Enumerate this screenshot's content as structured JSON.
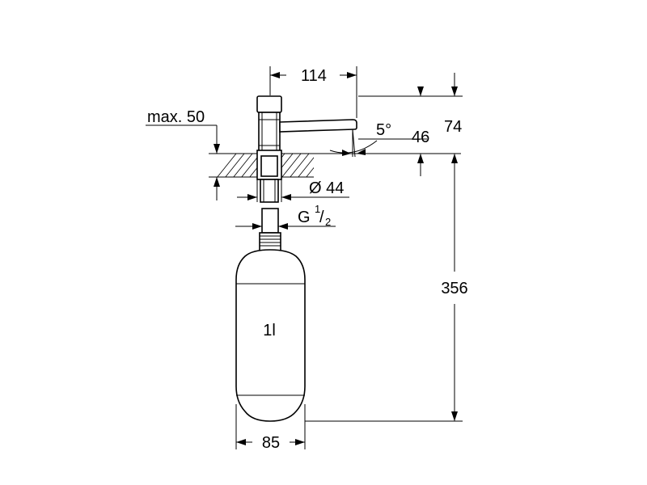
{
  "dimensions": {
    "spout_length": "114",
    "spout_angle": "5°",
    "counter_thickness": "max. 50",
    "spout_height": "46",
    "head_height": "74",
    "hole_diameter": "Ø 44",
    "thread_prefix": "G",
    "thread_num": "1",
    "thread_slash": "/",
    "thread_den": "2",
    "total_length": "356",
    "bottle_diameter": "85"
  },
  "bottle": {
    "capacity_label": "1l"
  }
}
